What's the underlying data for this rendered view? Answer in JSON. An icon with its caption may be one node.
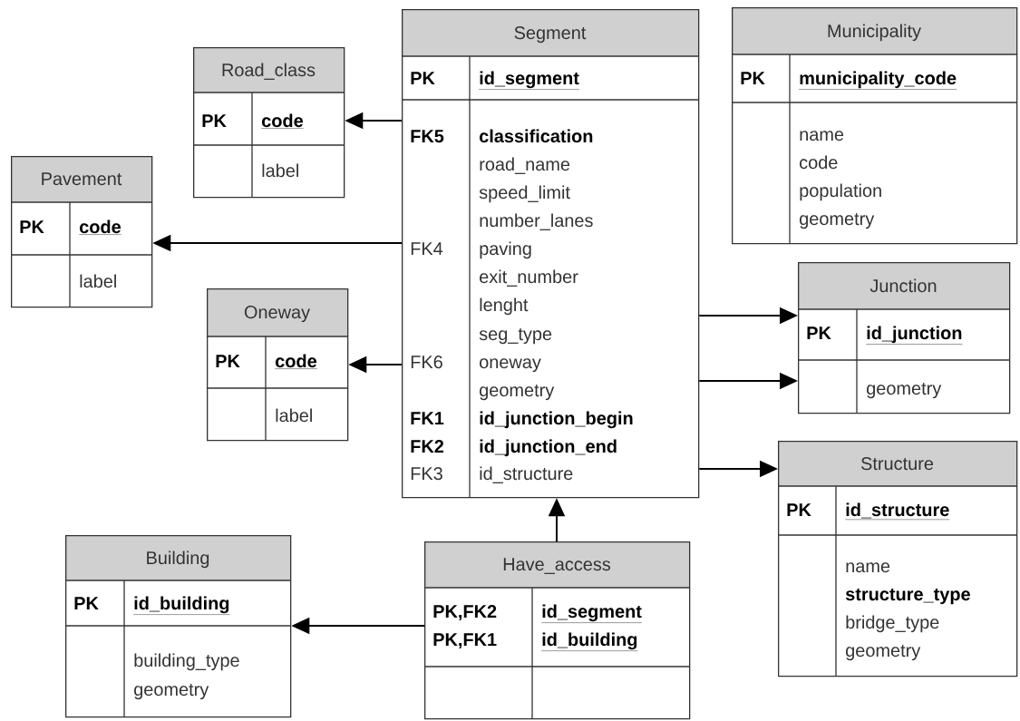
{
  "diagram": {
    "nodes": [
      {
        "text": [
          "Segment",
          "PK",
          "id_segment",
          "FK5",
          "classification",
          "road_name",
          "speed_limit",
          "number_lanes",
          "FK4",
          "paving",
          "exit_number",
          "lenght",
          "seg_type",
          "FK6",
          "oneway",
          "geometry",
          "FK1",
          "id_junction_begin",
          "FK2",
          "id_junction_end",
          "FK3",
          "id_structure"
        ]
      },
      {
        "text": [
          "Road_class",
          "PK",
          "code",
          "label"
        ]
      },
      {
        "text": [
          "Pavement",
          "PK",
          "code",
          "label"
        ]
      },
      {
        "text": [
          "Oneway",
          "PK",
          "code",
          "label"
        ]
      },
      {
        "text": [
          "Municipality",
          "PK",
          "municipality_code",
          "name",
          "code",
          "population",
          "geometry"
        ]
      },
      {
        "text": [
          "Junction",
          "PK",
          "id_junction",
          "geometry"
        ]
      },
      {
        "text": [
          "Structure",
          "PK",
          "id_structure",
          "name",
          "structure_type",
          "bridge_type",
          "geometry"
        ]
      },
      {
        "text": [
          "Building",
          "PK",
          "id_building",
          "building_type",
          "geometry"
        ]
      },
      {
        "text": [
          "Have_access",
          "PK,FK2",
          "id_segment",
          "PK,FK1",
          "id_building"
        ]
      }
    ],
    "edges": [
      {
        "from": 0,
        "to": 1,
        "arrow": "to"
      },
      {
        "from": 0,
        "to": 2,
        "arrow": "to"
      },
      {
        "from": 0,
        "to": 3,
        "arrow": "to"
      },
      {
        "from": 0,
        "to": 5,
        "arrow": "to"
      },
      {
        "from": 0,
        "to": 5,
        "arrow": "to"
      },
      {
        "from": 0,
        "to": 6,
        "arrow": "to"
      },
      {
        "from": 8,
        "to": 0,
        "arrow": "to"
      },
      {
        "from": 8,
        "to": 7,
        "arrow": "to"
      }
    ]
  }
}
